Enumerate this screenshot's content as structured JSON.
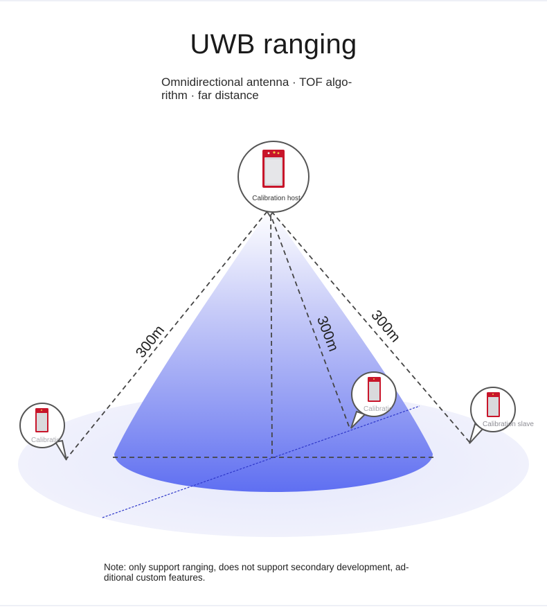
{
  "title": "UWB ranging",
  "subtitle": "Omnidirectional antenna · TOF algo-rithm · far distance",
  "note": "Note: only support ranging, does not support secondary development, ad-ditional custom features.",
  "distances": [
    "300m",
    "300m",
    "300m"
  ],
  "host": {
    "label": "Calibration host"
  },
  "slaves": [
    {
      "label": "Calibration slave"
    },
    {
      "label": "Calibration slave"
    },
    {
      "label": "Calibration slave"
    }
  ],
  "colors": {
    "cone_top": "#f4f5fd",
    "cone_bottom": "#5f6ff2",
    "ground": "#eef0fc",
    "module_red": "#c8152a",
    "module_shield": "#d9d9dc"
  }
}
